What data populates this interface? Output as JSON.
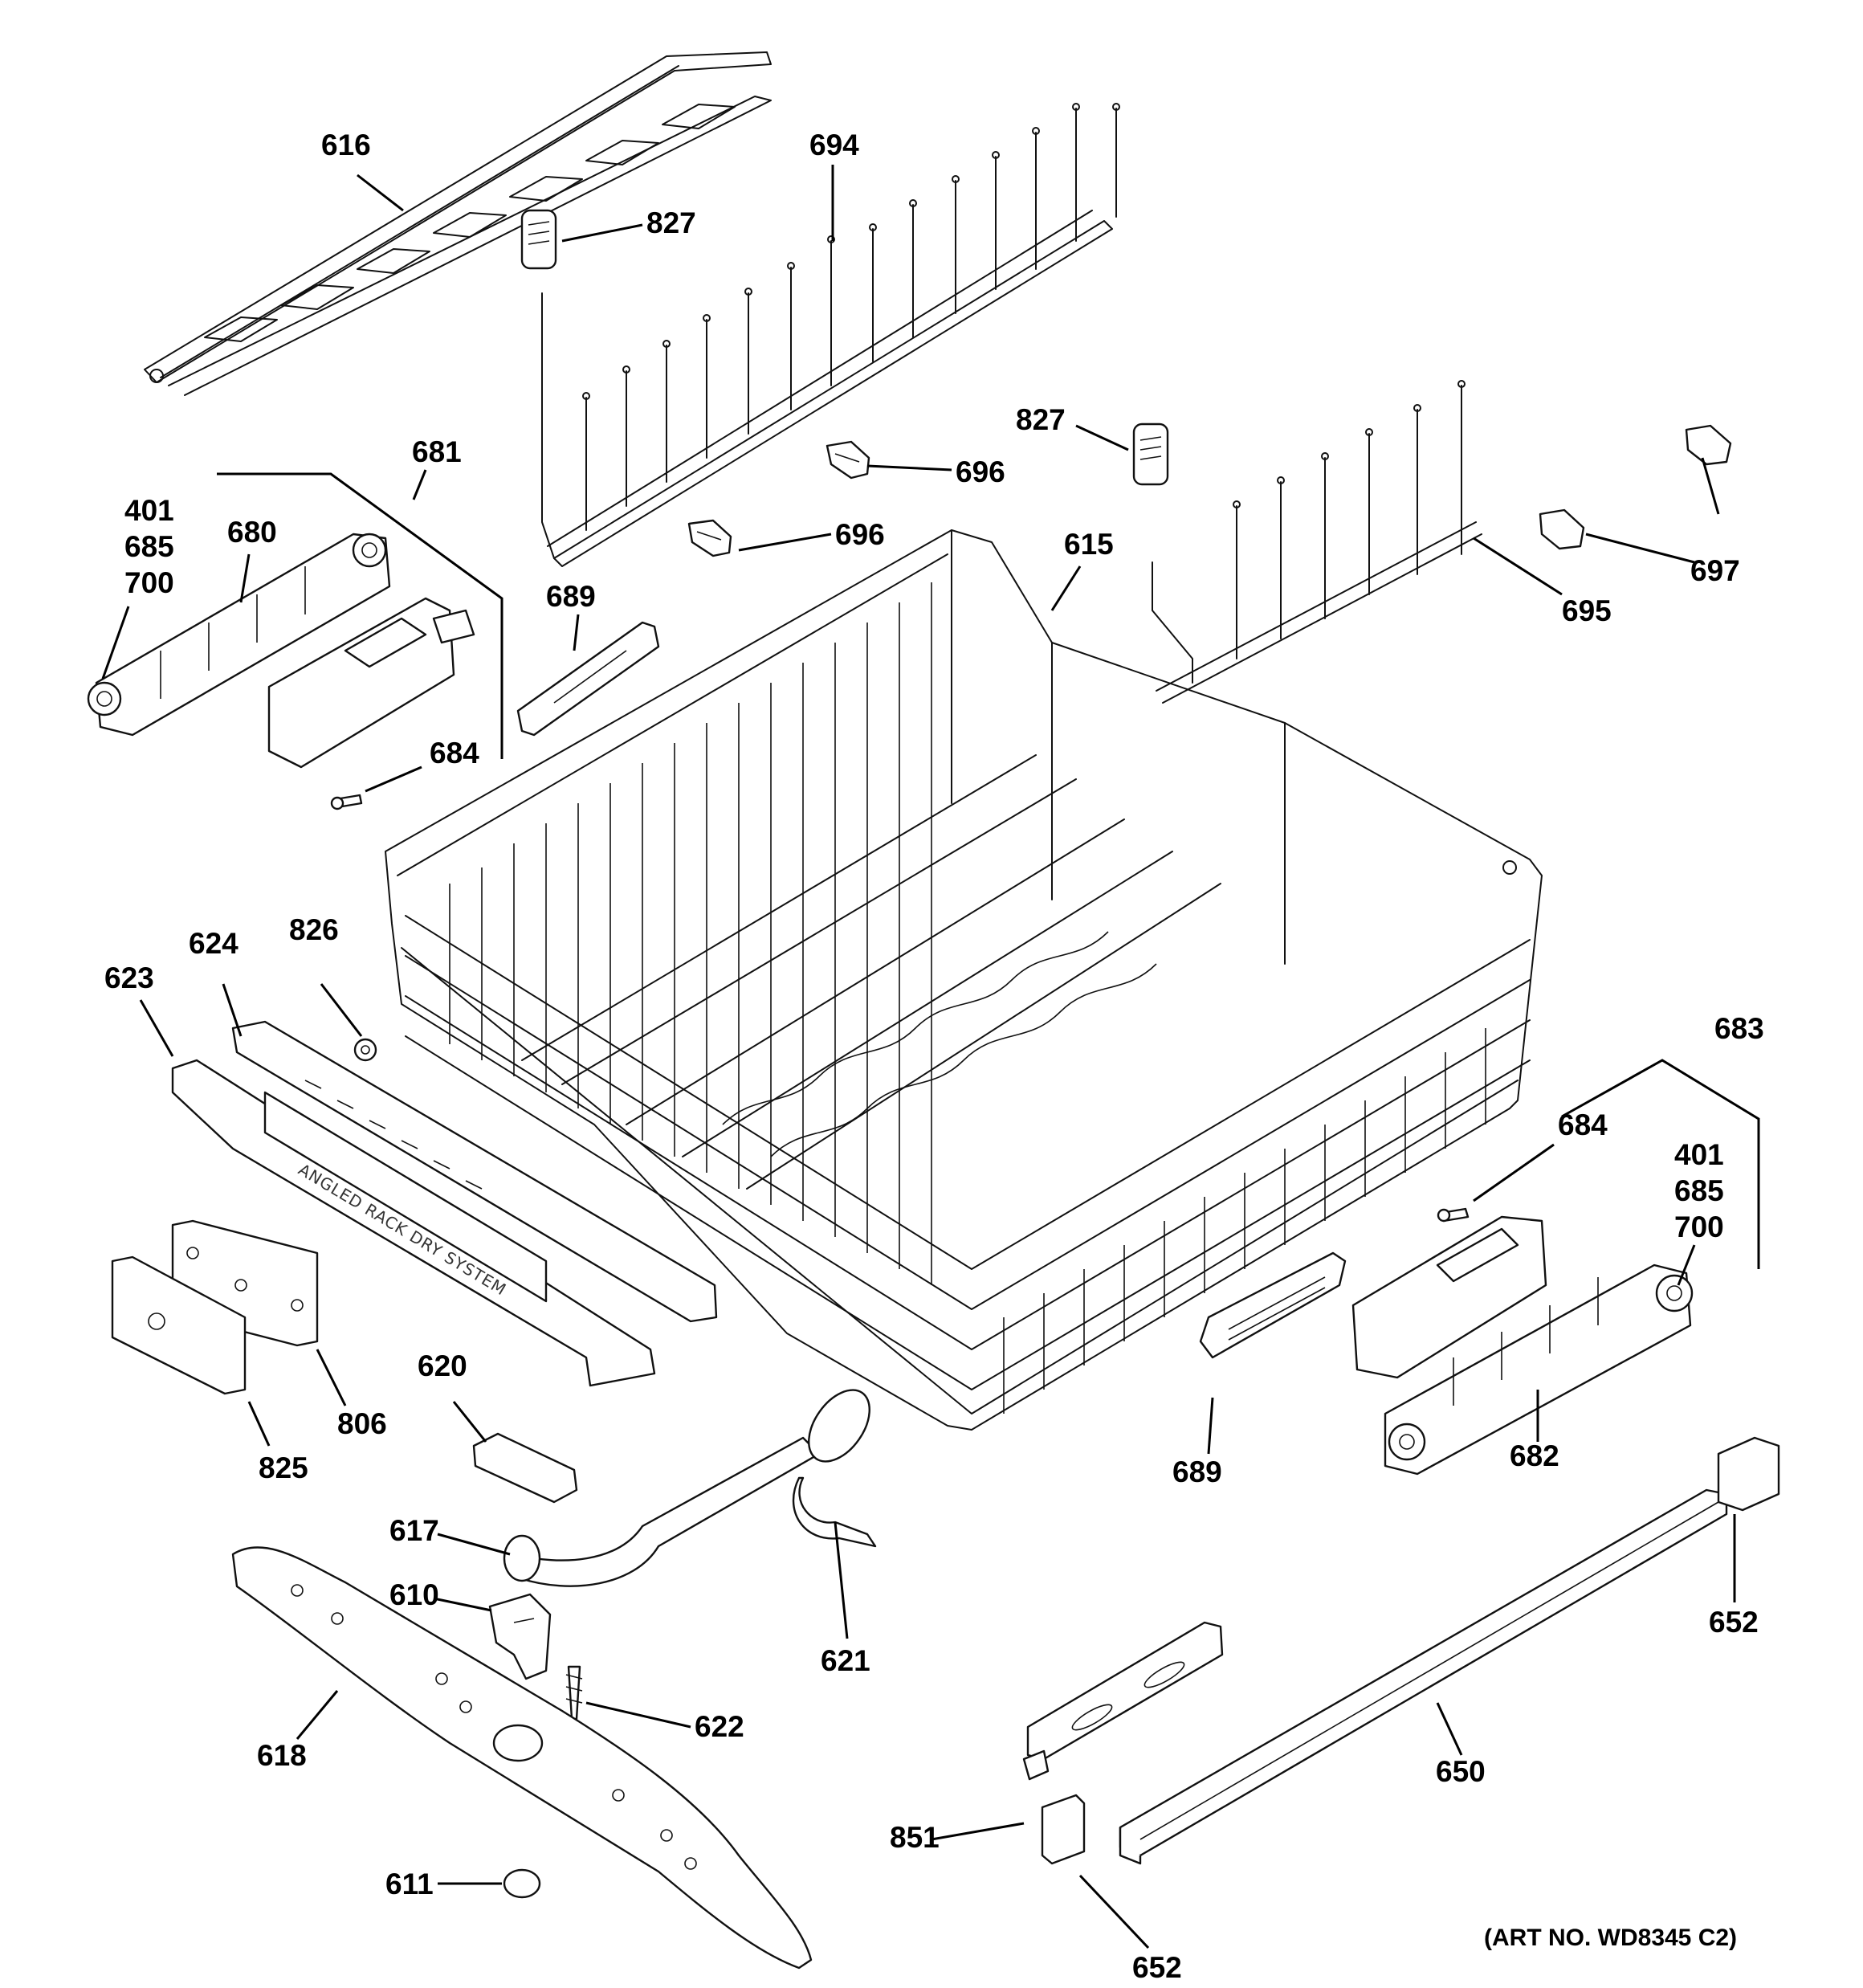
{
  "diagram": {
    "parts": [
      {
        "id": "616",
        "name": "part-616"
      },
      {
        "id": "694",
        "name": "part-694"
      },
      {
        "id": "827",
        "name": "part-827"
      },
      {
        "id": "681",
        "name": "part-681"
      },
      {
        "id": "680",
        "name": "part-680"
      },
      {
        "id": "401",
        "name": "part-401"
      },
      {
        "id": "685",
        "name": "part-685"
      },
      {
        "id": "700",
        "name": "part-700"
      },
      {
        "id": "684",
        "name": "part-684"
      },
      {
        "id": "689",
        "name": "part-689"
      },
      {
        "id": "615",
        "name": "part-615"
      },
      {
        "id": "696",
        "name": "part-696"
      },
      {
        "id": "695",
        "name": "part-695"
      },
      {
        "id": "697",
        "name": "part-697"
      },
      {
        "id": "624",
        "name": "part-624"
      },
      {
        "id": "826",
        "name": "part-826"
      },
      {
        "id": "623",
        "name": "part-623"
      },
      {
        "id": "806",
        "name": "part-806"
      },
      {
        "id": "825",
        "name": "part-825"
      },
      {
        "id": "620",
        "name": "part-620"
      },
      {
        "id": "617",
        "name": "part-617"
      },
      {
        "id": "610",
        "name": "part-610"
      },
      {
        "id": "621",
        "name": "part-621"
      },
      {
        "id": "622",
        "name": "part-622"
      },
      {
        "id": "618",
        "name": "part-618"
      },
      {
        "id": "611",
        "name": "part-611"
      },
      {
        "id": "683",
        "name": "part-683"
      },
      {
        "id": "682",
        "name": "part-682"
      },
      {
        "id": "652",
        "name": "part-652"
      },
      {
        "id": "650",
        "name": "part-650"
      },
      {
        "id": "851",
        "name": "part-851"
      }
    ],
    "labels": {
      "l616": "616",
      "l694": "694",
      "l827a": "827",
      "l827b": "827",
      "l681": "681",
      "l680": "680",
      "l401a": "401",
      "l685a": "685",
      "l700a": "700",
      "l684a": "684",
      "l689a": "689",
      "l615": "615",
      "l696a": "696",
      "l696b": "696",
      "l695": "695",
      "l697": "697",
      "l624": "624",
      "l826": "826",
      "l623": "623",
      "l806": "806",
      "l825": "825",
      "l620": "620",
      "l617": "617",
      "l610": "610",
      "l621": "621",
      "l622": "622",
      "l618": "618",
      "l611": "611",
      "l683": "683",
      "l684b": "684",
      "l401b": "401",
      "l685b": "685",
      "l700b": "700",
      "l689b": "689",
      "l682": "682",
      "l652a": "652",
      "l652b": "652",
      "l650": "650",
      "l851": "851"
    },
    "rack_dry_print": "ANGLED RACK DRY SYSTEM",
    "art_number": "(ART NO. WD8345 C2)"
  }
}
